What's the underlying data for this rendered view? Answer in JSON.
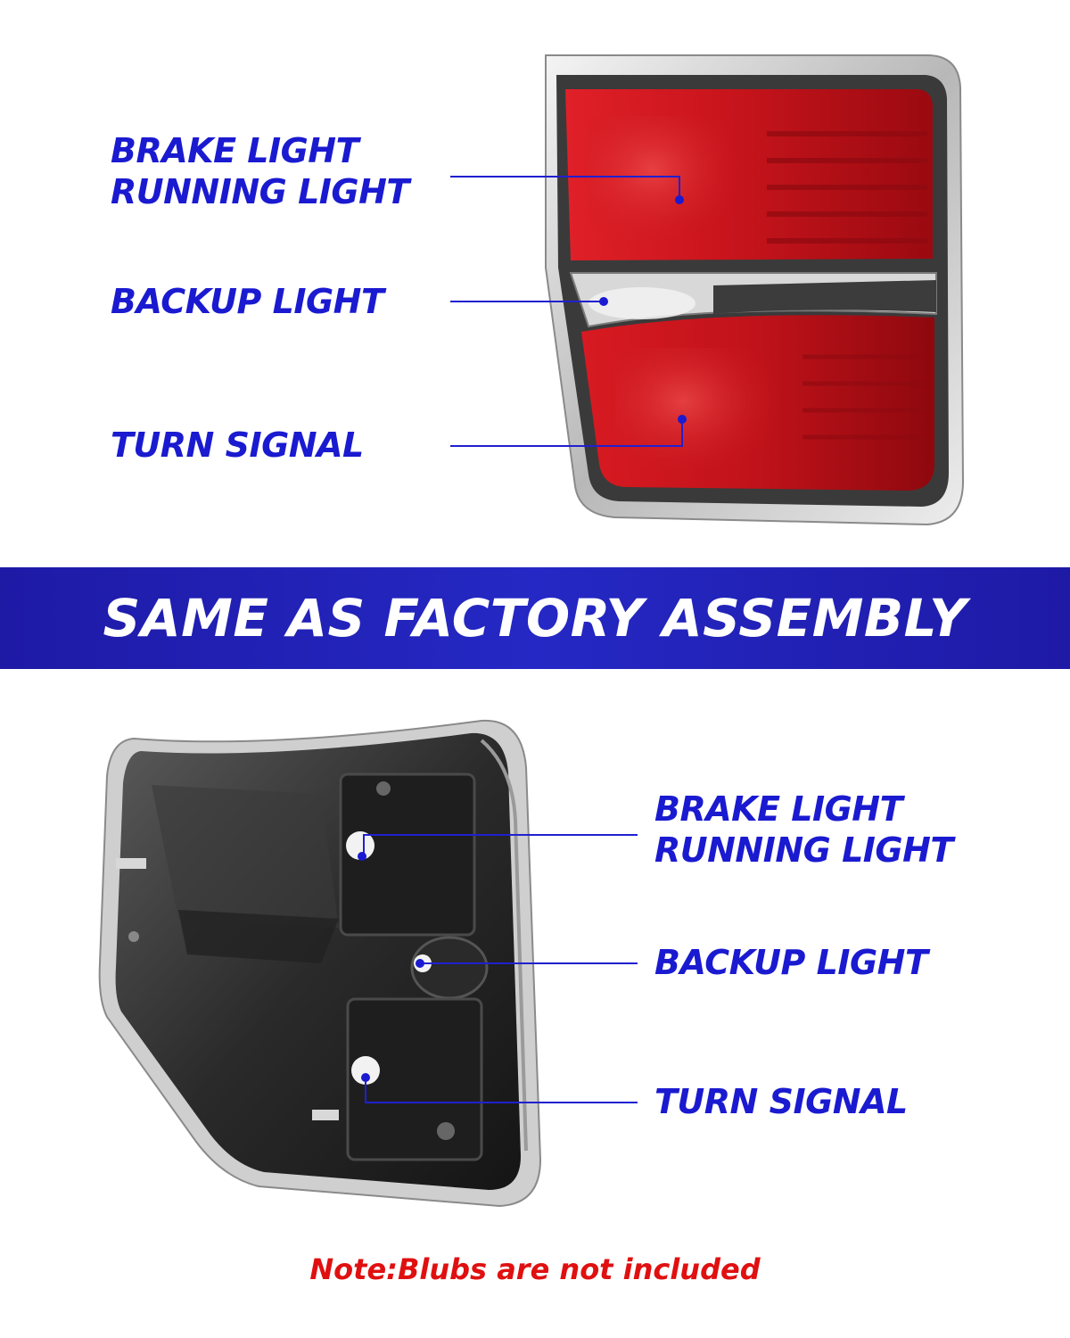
{
  "top_labels": {
    "brake_line1": "BRAKE LIGHT",
    "brake_line2": "RUNNING LIGHT",
    "backup": "BACKUP LIGHT",
    "turn": "TURN SIGNAL"
  },
  "banner": {
    "text": "SAME AS FACTORY ASSEMBLY"
  },
  "bottom_labels": {
    "brake_line1": "BRAKE LIGHT",
    "brake_line2": "RUNNING LIGHT",
    "backup": "BACKUP LIGHT",
    "turn": "TURN SIGNAL"
  },
  "note": "Note:Blubs are not included",
  "colors": {
    "label_blue": "#1a1ad0",
    "banner_blue": "#2528c4",
    "note_red": "#e01010",
    "lens_red": "#c8141c"
  }
}
